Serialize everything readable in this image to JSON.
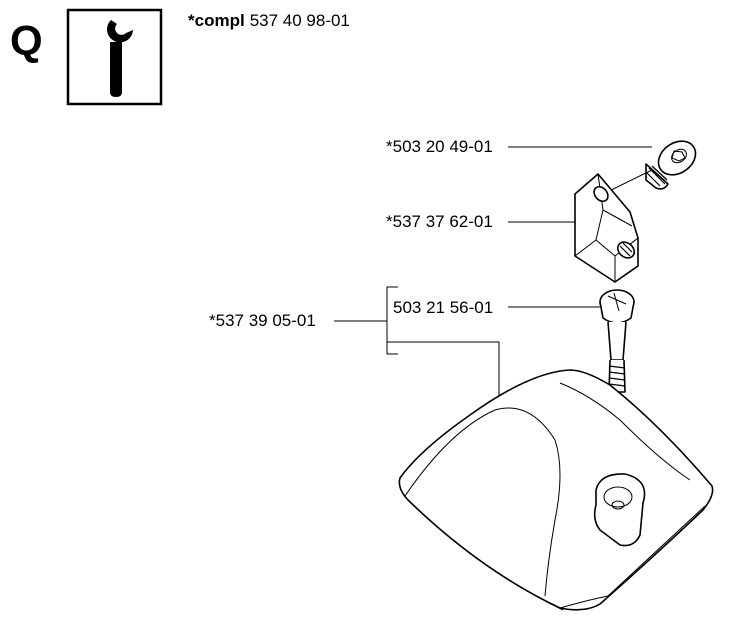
{
  "header": {
    "section_letter": "Q",
    "compl_prefix": "*compl",
    "compl_number": "537 40 98-01",
    "tool_icon": "wrench-info-icon"
  },
  "parts": {
    "screw_top": "*503 20 49-01",
    "bracket": "*537 37 62-01",
    "screw_long": "503 21 56-01",
    "knob_assembly": "*537 39 05-01"
  }
}
